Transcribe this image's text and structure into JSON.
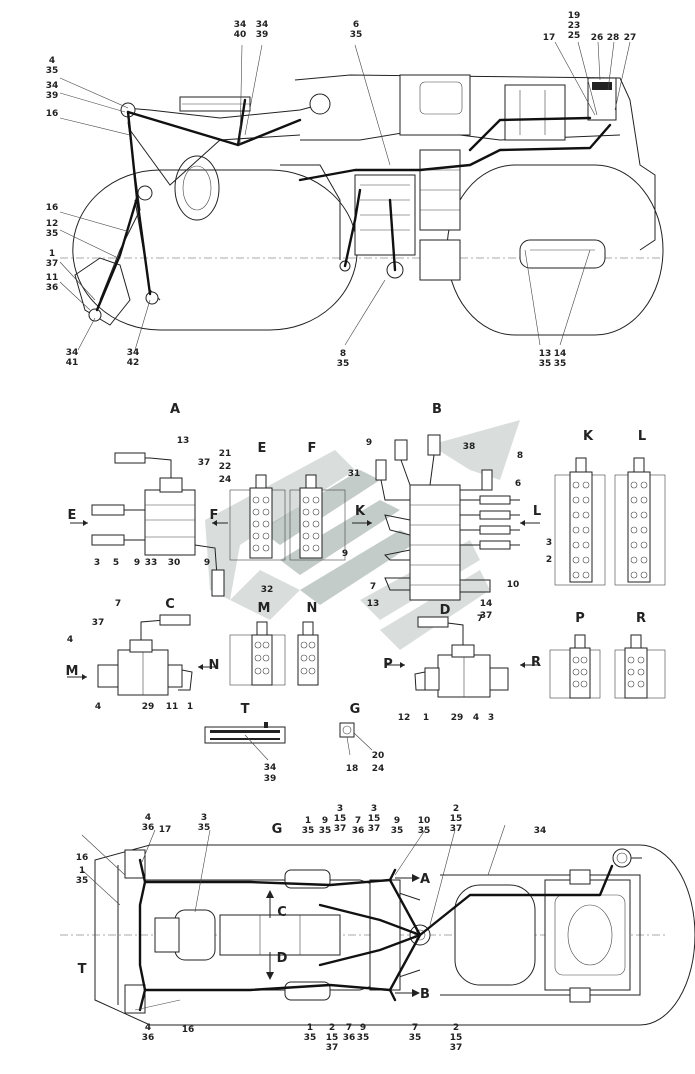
{
  "top_callouts": {
    "c34_40": [
      "34",
      "40"
    ],
    "c34_39": [
      "34",
      "39"
    ],
    "c6_35": [
      "6",
      "35"
    ],
    "c19_23_25": [
      "19",
      "23",
      "25"
    ],
    "c17": [
      "17"
    ],
    "c26": [
      "26"
    ],
    "c28": [
      "28"
    ],
    "c27": [
      "27"
    ],
    "c4_35": [
      "4",
      "35"
    ],
    "c34_39b": [
      "34",
      "39"
    ],
    "c16a": [
      "16"
    ],
    "c16b": [
      "16"
    ],
    "c12_35": [
      "12",
      "35"
    ],
    "c1_37": [
      "1",
      "37"
    ],
    "c11_36": [
      "11",
      "36"
    ],
    "c34_41": [
      "34",
      "41"
    ],
    "c34_42": [
      "34",
      "42"
    ],
    "c8_35": [
      "8",
      "35"
    ],
    "c13_35": [
      "13",
      "35"
    ],
    "c14_35": [
      "14",
      "35"
    ]
  },
  "view_letters": {
    "A": "A",
    "B": "B",
    "C": "C",
    "D": "D",
    "E": "E",
    "F": "F",
    "G": "G",
    "K": "K",
    "L": "L",
    "M": "M",
    "N": "N",
    "P": "P",
    "R": "R",
    "T": "T"
  },
  "detail_callouts": {
    "a13": "13",
    "a37": "37",
    "a21": "21",
    "a22": "22",
    "a24": "24",
    "a3": "3",
    "a5": "5",
    "a9": "9",
    "a33": "33",
    "a30": "30",
    "a9b": "9",
    "a32": "32",
    "b9": "9",
    "b38": "38",
    "b8": "8",
    "b6": "6",
    "b31": "31",
    "b3": "3",
    "b2": "2",
    "b9b": "9",
    "b7": "7",
    "b13": "13",
    "b10": "10",
    "b14": "14",
    "b37": "37",
    "c7": "7",
    "c37": "37",
    "c4": "4",
    "c4b": "4",
    "c29": "29",
    "c11": "11",
    "c1": "1",
    "d7": "7",
    "d12": "12",
    "d1": "1",
    "d29": "29",
    "d4": "4",
    "d3": "3",
    "t34": "34",
    "t39": "39",
    "g20": "20",
    "g24": "24",
    "g18": "18"
  },
  "bottom_callouts": {
    "p4_36": [
      "4",
      "36"
    ],
    "p17": [
      "17"
    ],
    "p3_35": [
      "3",
      "35"
    ],
    "p16": [
      "16"
    ],
    "p1_35": [
      "1",
      "35"
    ],
    "p1_35b": [
      "1",
      "35"
    ],
    "p9_35": [
      "9",
      "35"
    ],
    "p3_15_37": [
      "3",
      "15",
      "37"
    ],
    "p7_36": [
      "7",
      "36"
    ],
    "p3_15_37b": [
      "3",
      "15",
      "37"
    ],
    "p9_35b": [
      "9",
      "35"
    ],
    "p10_35": [
      "10",
      "35"
    ],
    "p2_15_37": [
      "2",
      "15",
      "37"
    ],
    "p34": [
      "34"
    ],
    "p4_36b": [
      "4",
      "36"
    ],
    "p16b": [
      "16"
    ],
    "p1_35c": [
      "1",
      "35"
    ],
    "p2_15_37b": [
      "2",
      "15",
      "37"
    ],
    "p7_36b": [
      "7",
      "36"
    ],
    "p9_35c": [
      "9",
      "35"
    ],
    "p7_35": [
      "7",
      "35"
    ],
    "p2_15_37c": [
      "2",
      "15",
      "37"
    ]
  }
}
